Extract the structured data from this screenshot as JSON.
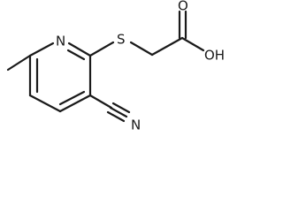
{
  "molecule": {
    "atoms": {
      "ring_nitrogen": "N",
      "sulfur": "S",
      "carbonyl_oxygen": "O",
      "hydroxyl": "OH",
      "nitrile_nitrogen": "N"
    }
  },
  "colors": {
    "bond": "#1a1a1a",
    "background": "#ffffff"
  }
}
